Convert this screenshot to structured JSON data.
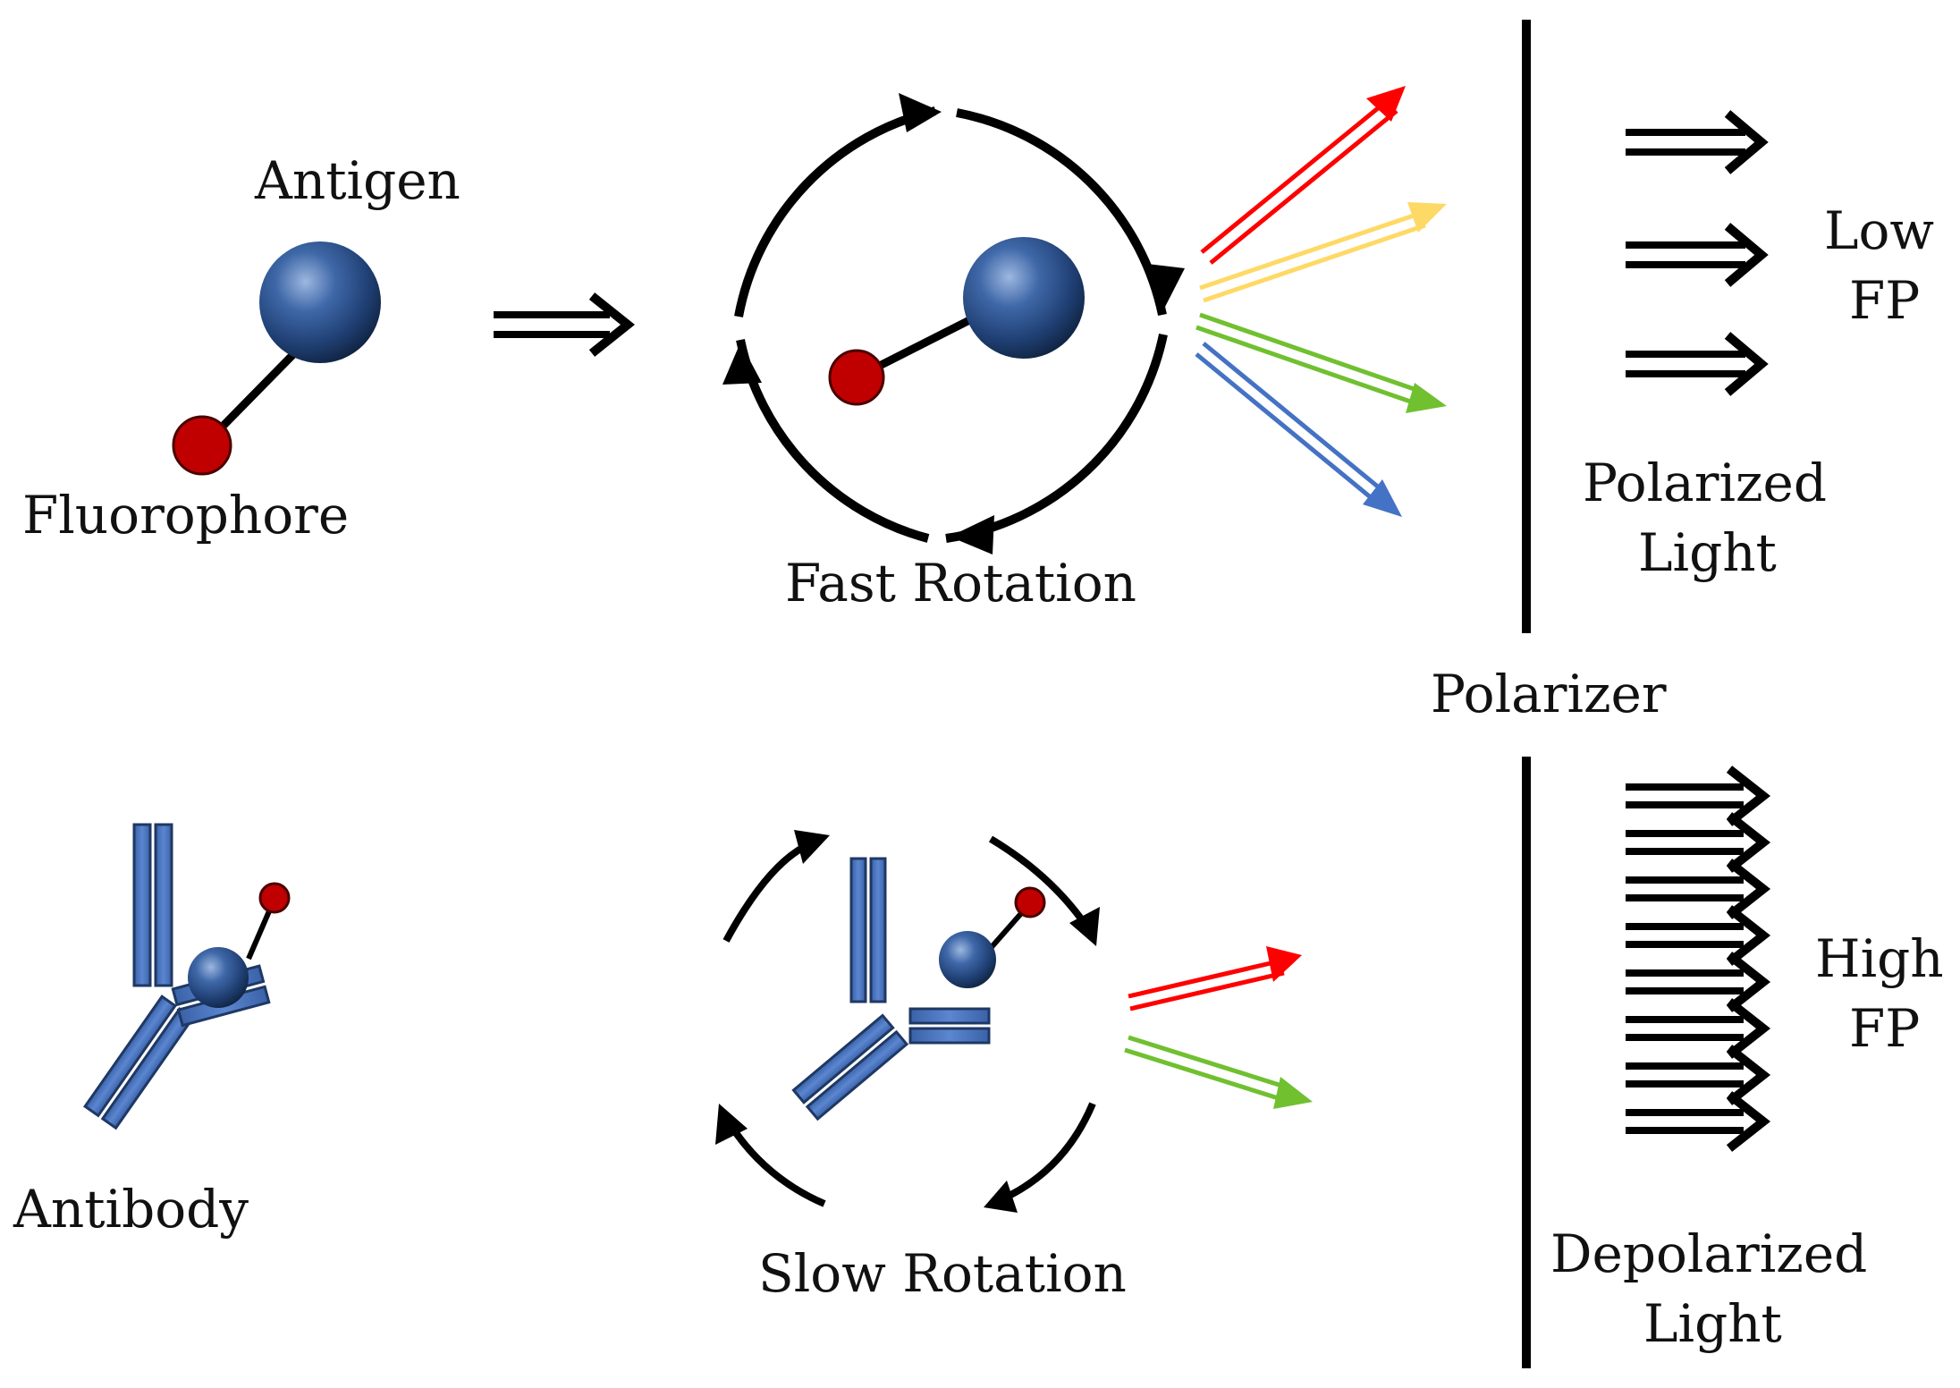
{
  "labels": {
    "antigen": "Antigen",
    "fluorophore": "Fluorophore",
    "fast_rotation": "Fast Rotation",
    "polarized_light": [
      "Polarized",
      "Light"
    ],
    "low_fp": [
      "Low",
      "FP"
    ],
    "polarizer": "Polarizer",
    "antibody": "Antibody",
    "slow_rotation": "Slow Rotation",
    "depolarized_light": [
      "Depolarized",
      "Light"
    ],
    "high_fp": [
      "High",
      "FP"
    ]
  },
  "colors": {
    "antigen": "#2f5597",
    "fluorophore": "#c00000",
    "antibody": "#4472c4",
    "emission_red": "#ff0000",
    "emission_yellow": "#ffd966",
    "emission_green": "#70c030",
    "emission_blue": "#4472c4"
  }
}
